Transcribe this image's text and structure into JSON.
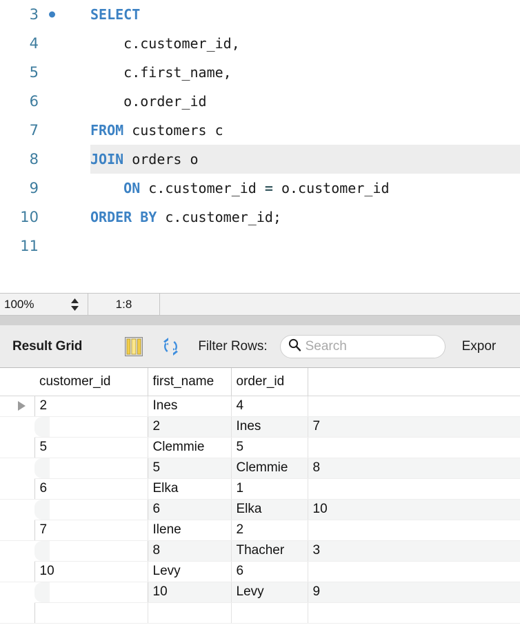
{
  "editor": {
    "lines": [
      {
        "number": "3",
        "marker": "breakpoint-dot",
        "indent": 0,
        "tokens": [
          {
            "t": "SELECT",
            "k": "kw"
          }
        ]
      },
      {
        "number": "4",
        "marker": "",
        "indent": 0,
        "tokens": [
          {
            "t": "    c.customer_id,",
            "k": ""
          }
        ]
      },
      {
        "number": "5",
        "marker": "",
        "indent": 0,
        "tokens": [
          {
            "t": "    c.first_name,",
            "k": ""
          }
        ]
      },
      {
        "number": "6",
        "marker": "",
        "indent": 0,
        "tokens": [
          {
            "t": "    o.order_id",
            "k": ""
          }
        ]
      },
      {
        "number": "7",
        "marker": "",
        "indent": 0,
        "tokens": [
          {
            "t": "FROM",
            "k": "kw"
          },
          {
            "t": " customers c",
            "k": ""
          }
        ]
      },
      {
        "number": "8",
        "marker": "",
        "indent": 0,
        "current": true,
        "tokens": [
          {
            "t": "JOIN",
            "k": "kw"
          },
          {
            "t": " orders o",
            "k": ""
          }
        ]
      },
      {
        "number": "9",
        "marker": "",
        "indent": 0,
        "tokens": [
          {
            "t": "    ",
            "k": ""
          },
          {
            "t": "ON",
            "k": "kw"
          },
          {
            "t": " c.customer_id ",
            "k": ""
          },
          {
            "t": "=",
            "k": "op"
          },
          {
            "t": " o.customer_id",
            "k": ""
          }
        ]
      },
      {
        "number": "10",
        "marker": "",
        "indent": 0,
        "tokens": [
          {
            "t": "ORDER BY",
            "k": "kw"
          },
          {
            "t": " c.customer_id;",
            "k": ""
          }
        ]
      },
      {
        "number": "11",
        "marker": "",
        "indent": 0,
        "tokens": [
          {
            "t": "",
            "k": ""
          }
        ]
      }
    ],
    "keyword_color": "#3c82c4",
    "current_line_color": "#ededed",
    "gutter_color": "#3d7c9e"
  },
  "statusbar": {
    "zoom": "100%",
    "stepper_icon": "up-down-stepper-icon",
    "cursor_position": "1:8"
  },
  "result_toolbar": {
    "title": "Result Grid",
    "grid_icon": "column-grid-icon",
    "refresh_icon": "refresh-arrows-icon",
    "filter_label": "Filter Rows:",
    "search_icon": "search-icon",
    "search_value": "",
    "search_placeholder": "Search",
    "export_label": "Expor"
  },
  "result_grid": {
    "columns": [
      "customer_id",
      "first_name",
      "order_id"
    ],
    "rows": [
      {
        "cells": [
          "2",
          "Ines",
          "4"
        ],
        "active": true
      },
      {
        "cells": [
          "2",
          "Ines",
          "7"
        ],
        "active": false
      },
      {
        "cells": [
          "5",
          "Clemmie",
          "5"
        ],
        "active": false
      },
      {
        "cells": [
          "5",
          "Clemmie",
          "8"
        ],
        "active": false
      },
      {
        "cells": [
          "6",
          "Elka",
          "1"
        ],
        "active": false
      },
      {
        "cells": [
          "6",
          "Elka",
          "10"
        ],
        "active": false
      },
      {
        "cells": [
          "7",
          "Ilene",
          "2"
        ],
        "active": false
      },
      {
        "cells": [
          "8",
          "Thacher",
          "3"
        ],
        "active": false
      },
      {
        "cells": [
          "10",
          "Levy",
          "6"
        ],
        "active": false
      },
      {
        "cells": [
          "10",
          "Levy",
          "9"
        ],
        "active": false
      }
    ]
  }
}
